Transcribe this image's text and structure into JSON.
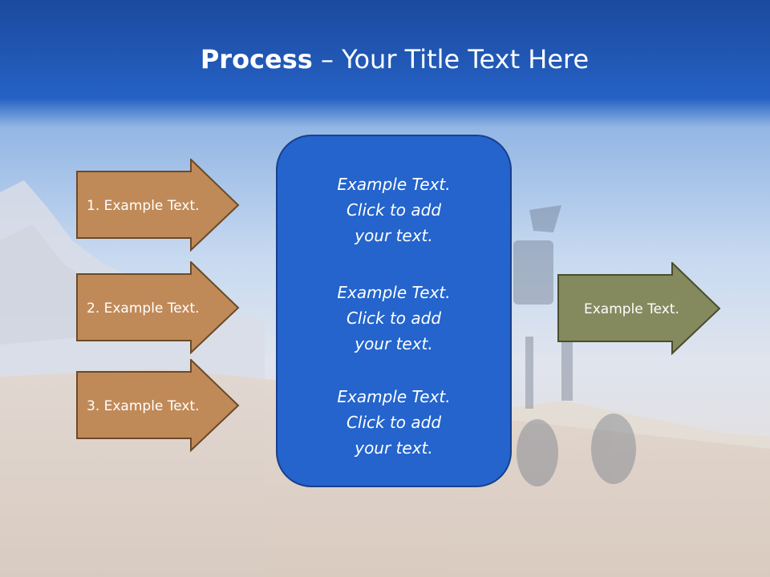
{
  "title": {
    "bold": "Process",
    "rest": " – Your Title Text Here"
  },
  "left_arrows": [
    {
      "label": "1. Example Text."
    },
    {
      "label": "2. Example Text."
    },
    {
      "label": "3. Example Text."
    }
  ],
  "center_box": {
    "blocks": [
      {
        "lines": [
          "Example Text.",
          "Click  to add",
          "your text."
        ]
      },
      {
        "lines": [
          "Example Text.",
          "Click  to add",
          "your text."
        ]
      },
      {
        "lines": [
          "Example Text.",
          "Click  to add",
          "your text."
        ]
      }
    ]
  },
  "right_arrow": {
    "label": "Example Text."
  },
  "colors": {
    "header_blue": "#1f4fa8",
    "arrow_orange": "#c08a58",
    "arrow_green": "#858a5e",
    "box_blue": "#2464cc"
  }
}
